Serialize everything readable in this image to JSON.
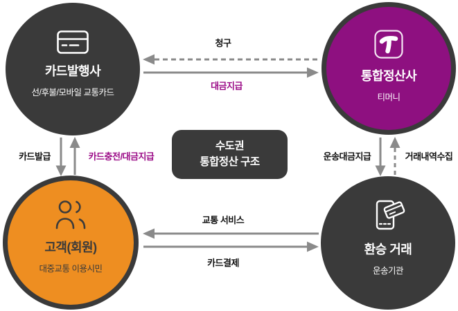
{
  "diagram": {
    "center_box": {
      "line1": "수도권",
      "line2": "통합정산 구조"
    },
    "nodes": {
      "card_issuer": {
        "title": "카드발행사",
        "subtitle": "선/후불/모바일 교통카드"
      },
      "settlement": {
        "title": "통합정산사",
        "subtitle": "티머니"
      },
      "customer": {
        "title": "고객(회원)",
        "subtitle": "대중교통 이용시민"
      },
      "transfer": {
        "title": "환승 거래",
        "subtitle": "운송기관"
      }
    },
    "labels": {
      "billing": "청구",
      "payment": "대금지급",
      "card_issuance": "카드발급",
      "card_charge_payment": "카드충전/대금지급",
      "transport_payment": "운송대금지급",
      "transaction_collection": "거래내역수집",
      "transit_service": "교통 서비스",
      "card_payment": "카드결제"
    },
    "colors": {
      "dark_node": "#3a3a3a",
      "settlement_purple": "#8e1080",
      "customer_orange": "#ee8e21",
      "arrow_gray": "#8a8a8a",
      "purple_label": "#9b0b87",
      "black_label": "#121212"
    }
  }
}
